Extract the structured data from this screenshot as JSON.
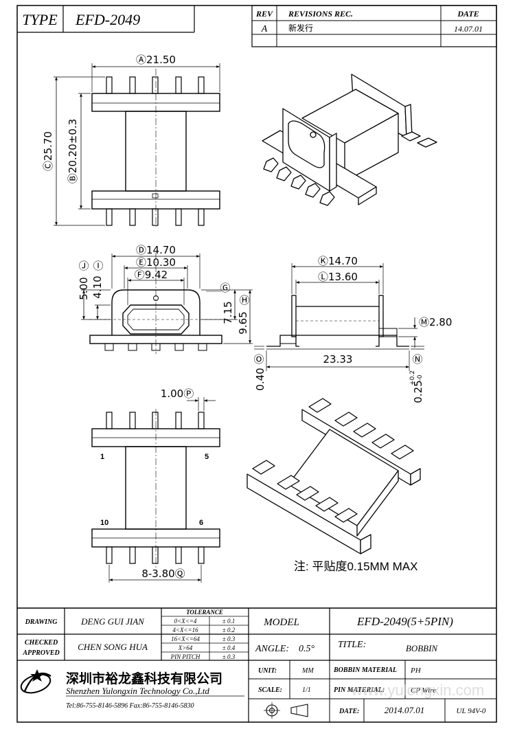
{
  "header": {
    "type_label": "TYPE",
    "part_number": "EFD-2049",
    "rev_header": "REV",
    "revisions_header": "REVISIONS REC.",
    "date_header": "DATE",
    "rev_value": "A",
    "revision_text": "新发行",
    "revision_date": "14.07.01"
  },
  "dimensions": {
    "top_view": {
      "a": "Ⓐ21.50",
      "b": "Ⓑ20.20±0.3",
      "c": "Ⓒ25.70"
    },
    "front_view": {
      "d": "Ⓓ14.70",
      "e": "Ⓔ10.30",
      "f": "Ⓕ9.42",
      "g": "Ⓖ",
      "h": "Ⓗ",
      "j": "Ⓙ",
      "i": "Ⓘ",
      "v500": "5.00",
      "v410": "4.10",
      "v715": "7.15",
      "v965": "9.65"
    },
    "side_view": {
      "k": "Ⓚ14.70",
      "l": "Ⓛ13.60",
      "m": "Ⓜ2.80",
      "width": "23.33",
      "o": "Ⓞ",
      "n": "Ⓝ",
      "v040": "0.40",
      "v025": "0.25",
      "tol_plus": "+0.2",
      "tol_minus": "-0"
    },
    "bottom_view": {
      "pitch": "1.00Ⓟ",
      "pin_row": "8-3.80Ⓠ",
      "pin1": "1",
      "pin5": "5",
      "pin10": "10",
      "pin6": "6"
    }
  },
  "note": "注: 平贴度0.15MM  MAX",
  "title_block": {
    "drawing_label": "DRAWING",
    "drawing_name": "DENG GUI JIAN",
    "checked_label": "CHECKED",
    "approved_label": "APPROVED",
    "checked_name": "CHEN SONG HUA",
    "tolerance_title": "TOLERANCE",
    "tolerance_rows": [
      {
        "range": "0<X<=4",
        "value": "± 0.1"
      },
      {
        "range": "4<X<=16",
        "value": "± 0.2"
      },
      {
        "range": "16<X<=64",
        "value": "± 0.3"
      },
      {
        "range": "X>64",
        "value": "± 0.4"
      },
      {
        "range": "PIN PITCH",
        "value": "± 0.3"
      }
    ],
    "model_label": "MODEL",
    "model_value": "EFD-2049(5+5PIN)",
    "angle_label": "ANGLE:",
    "angle_value": "0.5°",
    "title_label": "TITLE:",
    "title_value": "BOBBIN",
    "unit_label": "UNIT:",
    "unit_value": "MM",
    "scale_label": "SCALE:",
    "scale_value": "1/1",
    "bobbin_material_label": "BOBBIN MATERIAL",
    "bobbin_material_value": "PH",
    "pin_material_label": "PIN MATERIAL:",
    "pin_material_value": "CP Wire",
    "date_label": "DATE:",
    "date_value": "2014.07.01",
    "ul_value": "UL 94V-0",
    "company_cn": "深圳市裕龙鑫科技有限公司",
    "company_en": "Shenzhen Yulongxin Technology Co.,Ltd",
    "contact": "Tel:86-755-8146-5896   Fax:86-755-8146-5830",
    "watermark": "www.yulongxin.com"
  }
}
